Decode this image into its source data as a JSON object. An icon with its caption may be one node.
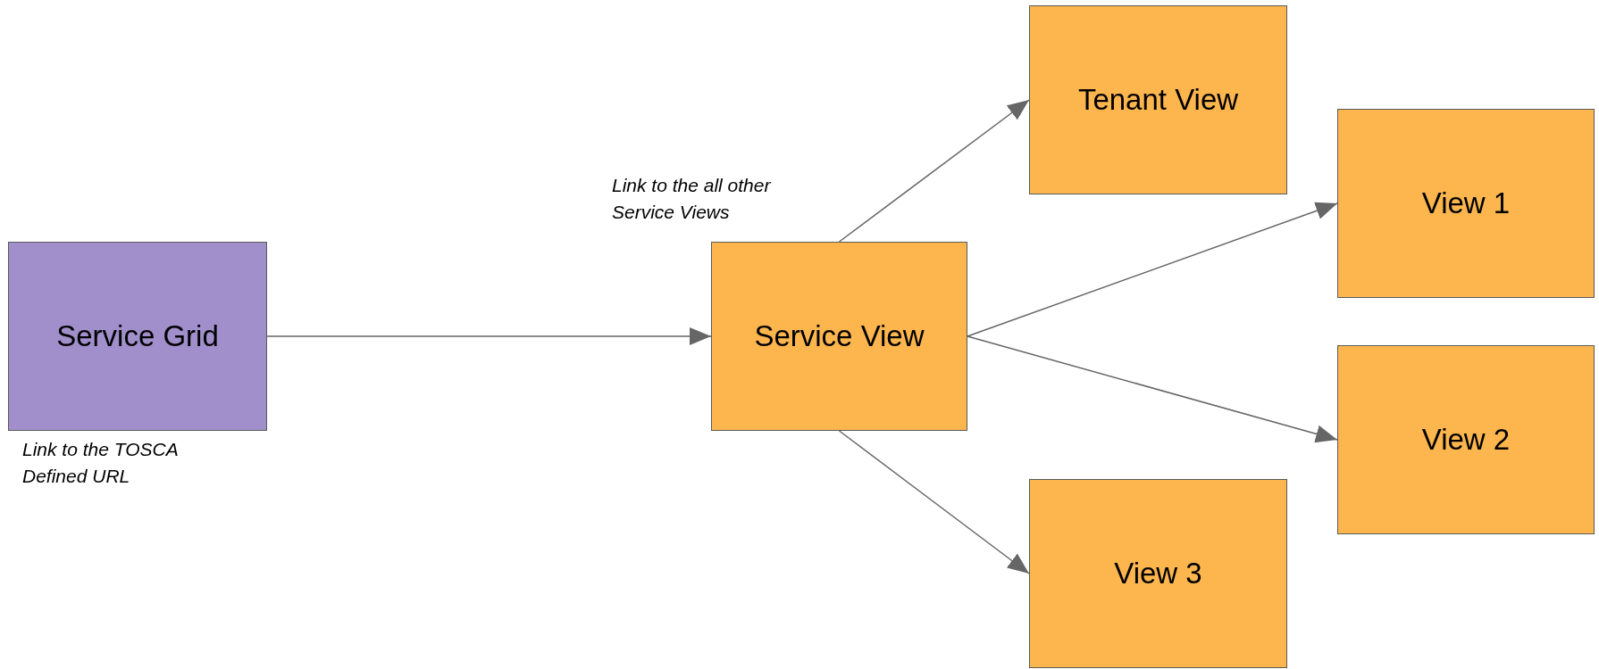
{
  "diagram": {
    "nodes": [
      {
        "text": [
          "Service Grid"
        ],
        "beside": [
          "Link to the TOSCA Defined URL"
        ]
      },
      {
        "text": [
          "Service View"
        ],
        "beside": [
          "Link to the all other Service Views"
        ]
      },
      {
        "text": [
          "Tenant View"
        ]
      },
      {
        "text": [
          "View 1"
        ]
      },
      {
        "text": [
          "View 2"
        ]
      },
      {
        "text": [
          "View 3"
        ]
      }
    ],
    "edges": [
      {
        "from": 0,
        "to": 1,
        "arrow": "to"
      },
      {
        "from": 1,
        "to": 2,
        "arrow": "to"
      },
      {
        "from": 1,
        "to": 3,
        "arrow": "to"
      },
      {
        "from": 1,
        "to": 4,
        "arrow": "to"
      },
      {
        "from": 1,
        "to": 5,
        "arrow": "to"
      }
    ]
  }
}
